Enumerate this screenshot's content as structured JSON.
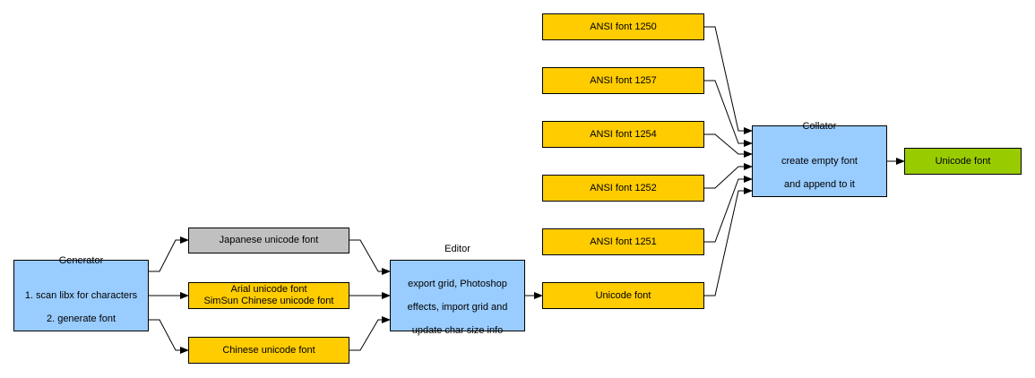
{
  "colors": {
    "process": "#99ccff",
    "font_file": "#ffcc00",
    "disabled_font_file": "#c0c0c0",
    "output_font": "#99cc00",
    "edge": "#000000"
  },
  "nodes": {
    "generator": {
      "title": "Generator",
      "body_lines": [
        "1. scan libx for characters",
        "2. generate font"
      ],
      "kind": "process"
    },
    "japanese": {
      "lines": [
        "Japanese unicode font"
      ],
      "kind": "disabled_font_file"
    },
    "arial_simsun": {
      "lines": [
        "Arial unicode font",
        "SimSun Chinese unicode font"
      ],
      "kind": "font_file"
    },
    "chinese": {
      "lines": [
        "Chinese unicode font"
      ],
      "kind": "font_file"
    },
    "editor": {
      "title": "Editor",
      "body_lines": [
        "export grid, Photoshop",
        "effects, import grid and",
        "update char size info"
      ],
      "kind": "process"
    },
    "unicode_mid": {
      "lines": [
        "Unicode font"
      ],
      "kind": "font_file"
    },
    "ansi1250": {
      "lines": [
        "ANSI font 1250"
      ],
      "kind": "font_file"
    },
    "ansi1257": {
      "lines": [
        "ANSI font 1257"
      ],
      "kind": "font_file"
    },
    "ansi1254": {
      "lines": [
        "ANSI font 1254"
      ],
      "kind": "font_file"
    },
    "ansi1252": {
      "lines": [
        "ANSI font 1252"
      ],
      "kind": "font_file"
    },
    "ansi1251": {
      "lines": [
        "ANSI font 1251"
      ],
      "kind": "font_file"
    },
    "collator": {
      "title": "Collator",
      "body_lines": [
        "create empty font",
        "and append to it"
      ],
      "kind": "process"
    },
    "unicode_out": {
      "lines": [
        "Unicode font"
      ],
      "kind": "output_font"
    }
  },
  "edges": [
    {
      "from": "generator",
      "to": "japanese"
    },
    {
      "from": "generator",
      "to": "arial_simsun"
    },
    {
      "from": "generator",
      "to": "chinese"
    },
    {
      "from": "japanese",
      "to": "editor"
    },
    {
      "from": "arial_simsun",
      "to": "editor"
    },
    {
      "from": "chinese",
      "to": "editor"
    },
    {
      "from": "editor",
      "to": "unicode_mid"
    },
    {
      "from": "ansi1250",
      "to": "collator"
    },
    {
      "from": "ansi1257",
      "to": "collator"
    },
    {
      "from": "ansi1254",
      "to": "collator"
    },
    {
      "from": "ansi1252",
      "to": "collator"
    },
    {
      "from": "ansi1251",
      "to": "collator"
    },
    {
      "from": "unicode_mid",
      "to": "collator"
    },
    {
      "from": "collator",
      "to": "unicode_out"
    }
  ]
}
